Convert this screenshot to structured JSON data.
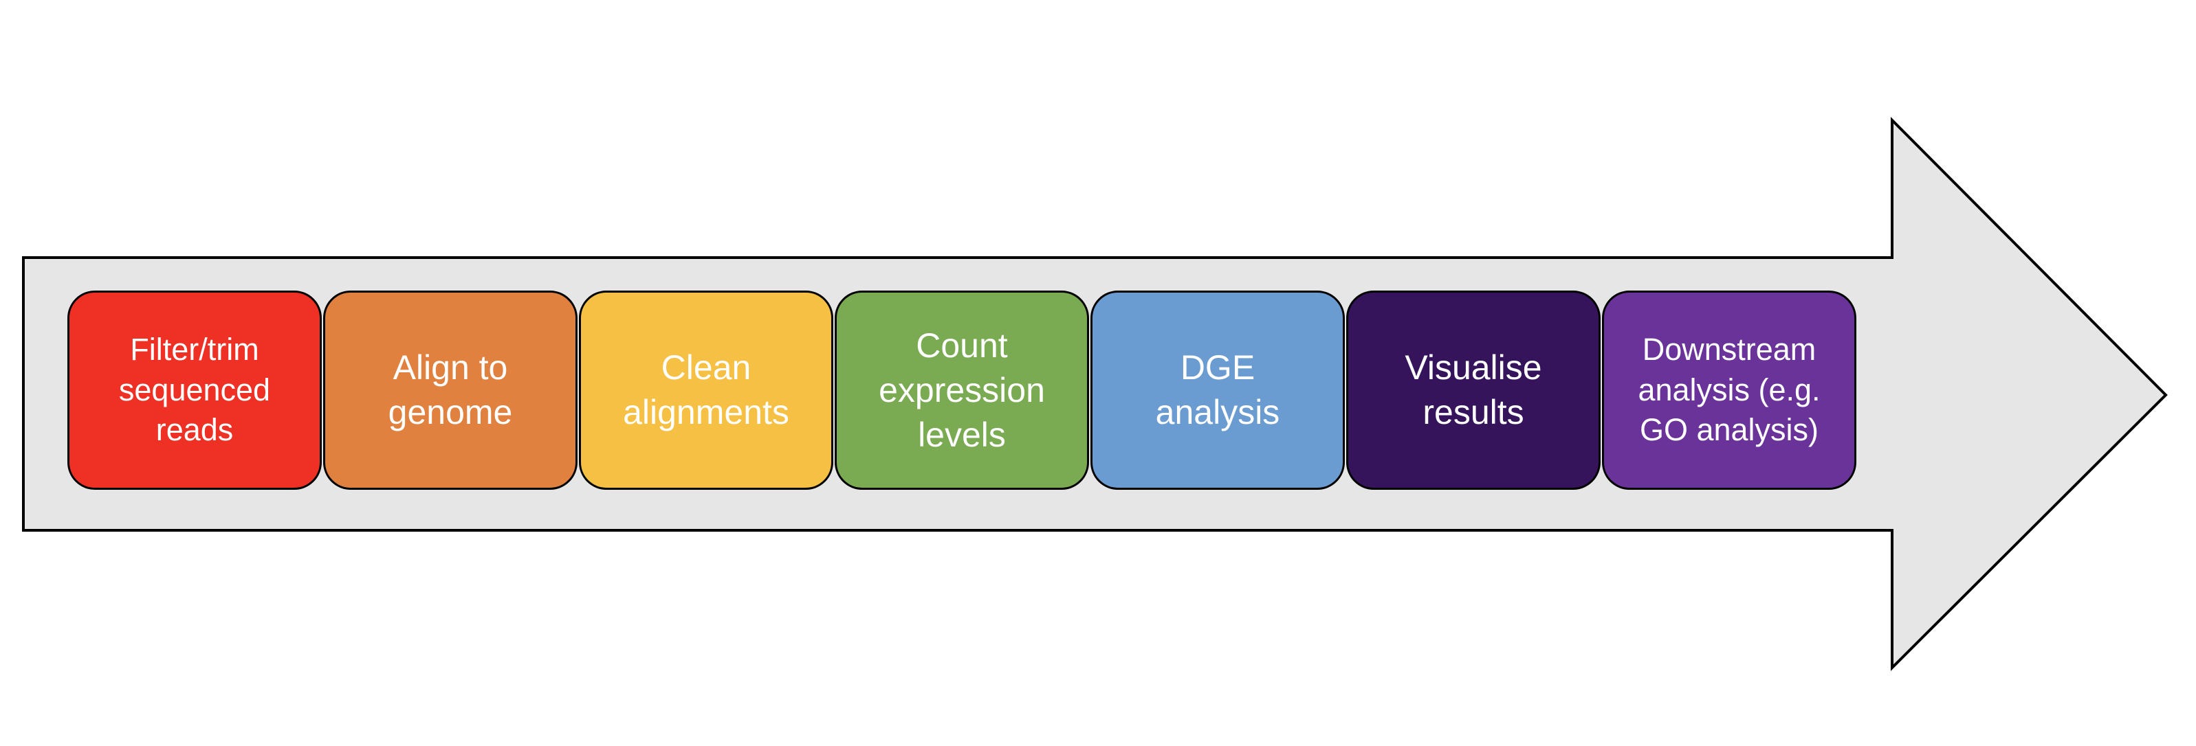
{
  "colors": {
    "arrow_fill": "#e6e6e6",
    "arrow_stroke": "#000000",
    "step_text": "#ffffff"
  },
  "steps": [
    {
      "label": "Filter/trim\nsequenced\nreads",
      "color": "#ee3124"
    },
    {
      "label": "Align to\ngenome",
      "color": "#e08140"
    },
    {
      "label": "Clean\nalignments",
      "color": "#f5c043"
    },
    {
      "label": "Count\nexpression\nlevels",
      "color": "#7aaa52"
    },
    {
      "label": "DGE\nanalysis",
      "color": "#6a9bd1"
    },
    {
      "label": "Visualise\nresults",
      "color": "#35145b"
    },
    {
      "label": "Downstream\nanalysis (e.g.\nGO analysis)",
      "color": "#6a339a"
    }
  ]
}
